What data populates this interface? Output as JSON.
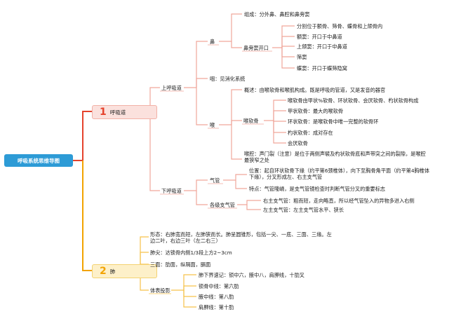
{
  "title": "呼吸系统思维导图",
  "branch1": {
    "num": "1",
    "label": "呼吸道"
  },
  "branch2": {
    "num": "2",
    "label": "肺"
  },
  "upper": "上呼吸道",
  "lower": "下呼吸道",
  "nose": {
    "label": "鼻",
    "composition": "组成：分外鼻、鼻腔和鼻旁窦",
    "sinus_label": "鼻旁窦开口",
    "sinus_desc": "分别位于额骨、筛骨、蝶骨和上颌骨内",
    "sinuses": [
      "额窦：开口于中鼻道",
      "上颌窦：开口于中鼻道",
      "筛窦",
      "蝶窦：开口于蝶筛隐窝"
    ]
  },
  "pharynx": "咽：见消化系统",
  "larynx": {
    "label": "喉",
    "overview": "概述：由喉软骨和喉肌构成。既是呼吸的管道，又是发音的器官",
    "cartilage_label": "喉软骨",
    "cartilage_items": [
      "喉软骨由甲状%软骨、环状软骨、会厌软骨、杓状软骨构成",
      "甲状软骨：最大的喉软骨",
      "环状软骨：是喉软骨中唯一完整的软骨环",
      "杓状软骨：成对存在",
      "会厌软骨"
    ],
    "cavity": "喉腔：声门裂（注意）是位于两侧声襞及杓状软骨底和声带突之间的裂隙，是喉腔最狭窄之处"
  },
  "trachea": {
    "label": "气管",
    "position": "位置：起自环状软骨下缘（约平第6颈椎体），向下至胸骨角平面（约平第4胸椎体下缘），分叉形成左、右主支气管",
    "feature": "特点：气管隆嵴，是支气管镜检查时判断气管分叉的重要标志"
  },
  "bronchi": {
    "label": "各级支气管",
    "right": "右主支气管：粗而短，走向略直，所以经气管坠入的异物多进入右侧",
    "left": "左主支气管：左主支气管水平、狭长"
  },
  "lung": {
    "shape": "形态：右肺宽而短，左肺狭而长。肺呈圆锥形，包括一尖、一底、三面、三缘。左边二叶，右边三叶（左二右三）",
    "apex": "肺尖：达锁骨内侧1/3段上方2~3cm",
    "surfaces": "三面：肋面，纵隔面，膈面",
    "projection_label": "体表投影",
    "projection_items": [
      "肺下界速记：锁中六，腋中八，肩胛线，十肋叉",
      "锁骨中线：第六肋",
      "腋中线：第八肋",
      "肩胛线：第十肋"
    ]
  },
  "colors": {
    "root": "#2d9bd6",
    "branch1": "#e5422c",
    "branch2": "#f2a300",
    "line": "#f0a79b",
    "line2": "#f6c24a"
  }
}
